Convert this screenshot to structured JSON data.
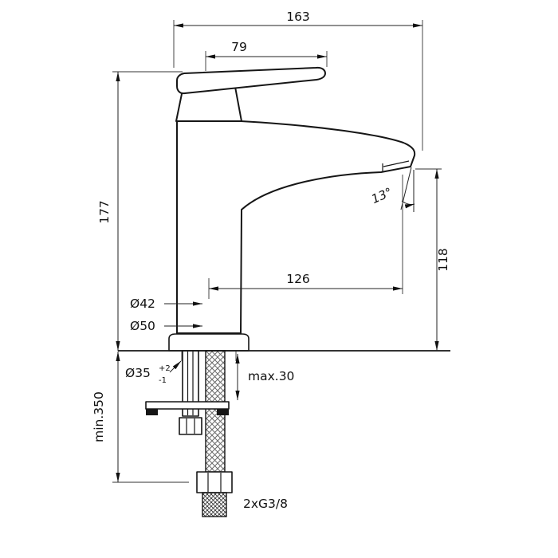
{
  "drawing": {
    "labels": {
      "total_width": "163",
      "handle_length": "79",
      "total_height": "177",
      "spout_reach": "126",
      "spout_height": "118",
      "spout_angle": "13°",
      "body_diameter": "Ø42",
      "base_diameter": "Ø50",
      "hole_diameter": "Ø35",
      "hole_tolerance_plus": "+2",
      "hole_tolerance_minus": "-1",
      "max_deck_thickness": "max.30",
      "min_hose_length": "min.350",
      "connection_thread": "2xG3/8"
    }
  }
}
